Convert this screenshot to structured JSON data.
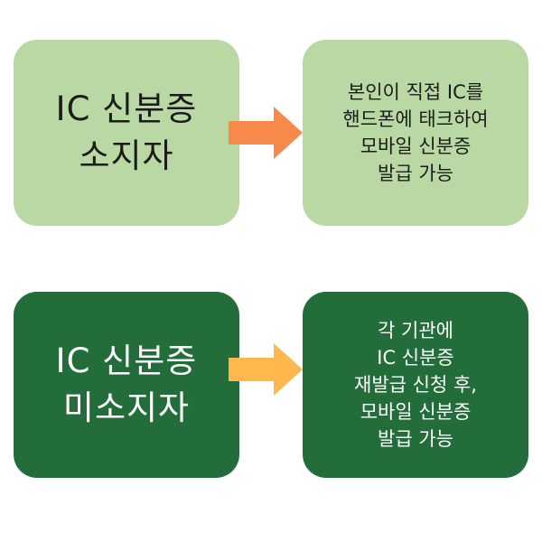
{
  "rows": [
    {
      "title_lines": [
        "IC 신분증",
        "소지자"
      ],
      "desc_lines": [
        "본인이 직접 IC를",
        "핸드폰에 태크하여",
        "모바일 신분증",
        "발급 가능"
      ],
      "arrow_color": "#f7894a",
      "box_color": "#b9d8a3"
    },
    {
      "title_lines": [
        "IC 신분증",
        "미소지자"
      ],
      "desc_lines": [
        "각 기관에",
        "IC 신분증",
        "재발급 신청 후,",
        "모바일 신분증",
        "발급 가능"
      ],
      "arrow_color": "#ffb84d",
      "box_color": "#236d3a"
    }
  ]
}
